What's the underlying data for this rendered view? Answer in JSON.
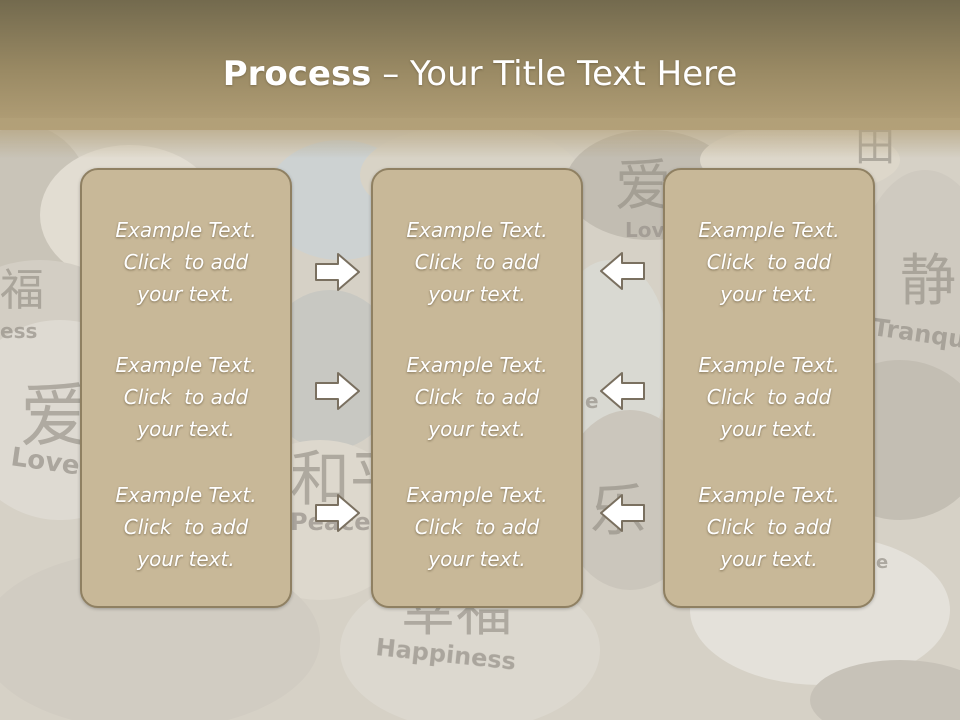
{
  "slide": {
    "title_bold": "Process",
    "title_rest": " – Your Title Text Here"
  },
  "panels": [
    {
      "blocks": [
        {
          "line1": "Example Text.",
          "line2": "Click  to add",
          "line3": "your text."
        },
        {
          "line1": "Example Text.",
          "line2": "Click  to add",
          "line3": "your text."
        },
        {
          "line1": "Example Text.",
          "line2": "Click  to add",
          "line3": "your text."
        }
      ]
    },
    {
      "blocks": [
        {
          "line1": "Example Text.",
          "line2": "Click  to add",
          "line3": "your text."
        },
        {
          "line1": "Example Text.",
          "line2": "Click  to add",
          "line3": "your text."
        },
        {
          "line1": "Example Text.",
          "line2": "Click  to add",
          "line3": "your text."
        }
      ]
    },
    {
      "blocks": [
        {
          "line1": "Example Text.",
          "line2": "Click  to add",
          "line3": "your text."
        },
        {
          "line1": "Example Text.",
          "line2": "Click  to add",
          "line3": "your text."
        },
        {
          "line1": "Example Text.",
          "line2": "Click  to add",
          "line3": "your text."
        }
      ]
    }
  ],
  "background": {
    "stone_words": [
      "Love",
      "Peace",
      "Happiness",
      "Tranqu",
      "Love",
      "ess",
      "e",
      "e"
    ],
    "stone_glyphs": [
      "爱",
      "福",
      "和平",
      "幸福",
      "静",
      "爱",
      "田",
      "乐"
    ]
  },
  "arrows": {
    "left_column": "right-arrow-icon",
    "right_column": "left-arrow-icon"
  },
  "colors": {
    "header": "#9a8a64",
    "panel_fill": "#c8b898",
    "panel_border": "#8f8062",
    "text": "#ffffff",
    "arrow_fill": "#ffffff",
    "arrow_stroke": "#7a7060"
  }
}
